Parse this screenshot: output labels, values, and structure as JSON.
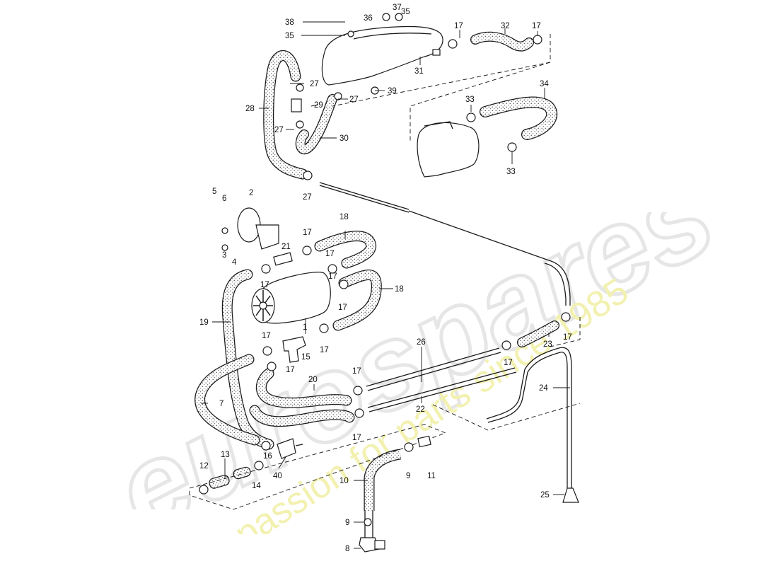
{
  "watermark": {
    "logo_text": "eurospares",
    "tagline": "a passion for parts since 1985",
    "colors": {
      "logo": "#e9e9e9",
      "tagline": "#f3f2b3"
    }
  },
  "callouts": [
    {
      "id": "c38",
      "text": "38"
    },
    {
      "id": "c36",
      "text": "36"
    },
    {
      "id": "c37",
      "text": "37"
    },
    {
      "id": "c35a",
      "text": "35"
    },
    {
      "id": "c35b",
      "text": "35"
    },
    {
      "id": "c17a",
      "text": "17"
    },
    {
      "id": "c32",
      "text": "32"
    },
    {
      "id": "c17b",
      "text": "17"
    },
    {
      "id": "c27a",
      "text": "27"
    },
    {
      "id": "c27b",
      "text": "27"
    },
    {
      "id": "c31",
      "text": "31"
    },
    {
      "id": "c39",
      "text": "39"
    },
    {
      "id": "c28",
      "text": "28"
    },
    {
      "id": "c29",
      "text": "29"
    },
    {
      "id": "c27c",
      "text": "27"
    },
    {
      "id": "c30",
      "text": "30"
    },
    {
      "id": "c34",
      "text": "34"
    },
    {
      "id": "c33a",
      "text": "33"
    },
    {
      "id": "c33b",
      "text": "33"
    },
    {
      "id": "c27d",
      "text": "27"
    },
    {
      "id": "c5",
      "text": "5"
    },
    {
      "id": "c6",
      "text": "6"
    },
    {
      "id": "c2",
      "text": "2"
    },
    {
      "id": "c3",
      "text": "3"
    },
    {
      "id": "c4",
      "text": "4"
    },
    {
      "id": "c18a",
      "text": "18"
    },
    {
      "id": "c17c",
      "text": "17"
    },
    {
      "id": "c21",
      "text": "21"
    },
    {
      "id": "c17d",
      "text": "17"
    },
    {
      "id": "c17e",
      "text": "17"
    },
    {
      "id": "c17f",
      "text": "17"
    },
    {
      "id": "c18b",
      "text": "18"
    },
    {
      "id": "c17g",
      "text": "17"
    },
    {
      "id": "c19",
      "text": "19"
    },
    {
      "id": "c1",
      "text": "1"
    },
    {
      "id": "c17h",
      "text": "17"
    },
    {
      "id": "c17i",
      "text": "17"
    },
    {
      "id": "c15",
      "text": "15"
    },
    {
      "id": "c17j",
      "text": "17"
    },
    {
      "id": "c26",
      "text": "26"
    },
    {
      "id": "c17k",
      "text": "17"
    },
    {
      "id": "c23",
      "text": "23"
    },
    {
      "id": "c17l",
      "text": "17"
    },
    {
      "id": "c17m",
      "text": "17"
    },
    {
      "id": "c20",
      "text": "20"
    },
    {
      "id": "c7",
      "text": "7"
    },
    {
      "id": "c22",
      "text": "22"
    },
    {
      "id": "c17n",
      "text": "17"
    },
    {
      "id": "c24",
      "text": "24"
    },
    {
      "id": "c16",
      "text": "16"
    },
    {
      "id": "c13",
      "text": "13"
    },
    {
      "id": "c12",
      "text": "12"
    },
    {
      "id": "c14",
      "text": "14"
    },
    {
      "id": "c40",
      "text": "40"
    },
    {
      "id": "c10",
      "text": "10"
    },
    {
      "id": "c9a",
      "text": "9"
    },
    {
      "id": "c11",
      "text": "11"
    },
    {
      "id": "c25",
      "text": "25"
    },
    {
      "id": "c9b",
      "text": "9"
    },
    {
      "id": "c8",
      "text": "8"
    }
  ]
}
